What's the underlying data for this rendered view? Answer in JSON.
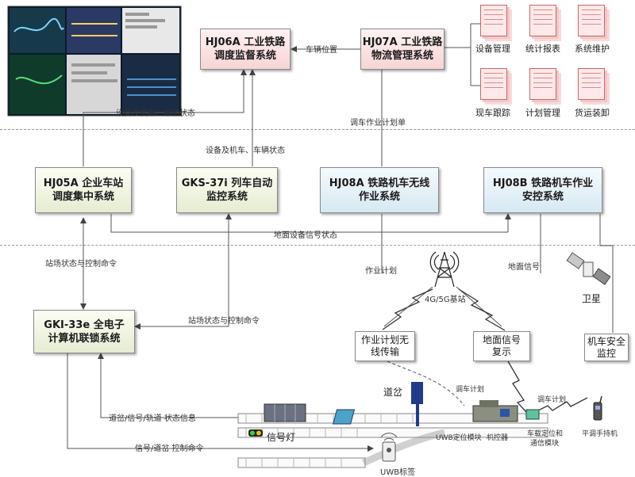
{
  "systems": {
    "hj06a": [
      "HJ06A 工业铁路",
      "调度监督系统"
    ],
    "hj07a": [
      "HJ07A 工业铁路",
      "物流管理系统"
    ],
    "hj05a": [
      "HJ05A 企业车站",
      "调度集中系统"
    ],
    "gks37i": [
      "GKS-37i 列车自动",
      "监控系统"
    ],
    "hj08a": [
      "HJ08A 铁路机车无线",
      "作业系统"
    ],
    "hj08b": [
      "HJ08B 铁路机车作业",
      "安控系统"
    ],
    "gki33e": [
      "GKI-33e 全电子",
      "计算机联锁系统"
    ],
    "plan_wireless": [
      "作业计划无",
      "线传输"
    ],
    "ground_repeat": [
      "地面信号",
      "复示"
    ],
    "loco_safety": [
      "机车安全",
      "监控"
    ]
  },
  "documents": [
    "设备管理",
    "统计报表",
    "系统维护",
    "现车跟踪",
    "计划管理",
    "货运装卸"
  ],
  "labels": {
    "vehicle_position": "车辆位置",
    "equip_status_1": "设备及机车、车辆状态",
    "equip_status_2": "设备及机车、车辆状态",
    "shunting_plan_sheet": "调车作业计划单",
    "ground_equip_signal": "地面设备信号状态",
    "station_cmd_1": "站场状态与控制命令",
    "station_cmd_2": "站场状态与控制命令",
    "work_plan": "作业计划",
    "ground_signal": "地面信号",
    "base_station": "4G/5G基站",
    "satellite": "卫星",
    "switch": "道岔",
    "signal_light": "信号灯",
    "switch_status": "道岔/信号/轨道 状态信息",
    "signal_cmd": "信号/道岔 控制命令",
    "shunting_plan_1": "调车计划",
    "shunting_plan_2": "调车计划",
    "uwb_module": "UWB定位模块",
    "locomotive": "机控器",
    "onboard_1": "车载定位和",
    "onboard_2": "通信模块",
    "handheld": "平调手持机",
    "uwb_tag": "UWB标签"
  },
  "colors": {
    "pink_box": "#f7d4d4",
    "green_box": "#e6ecd2",
    "blue_box": "#d6e9f2",
    "wire": "#555555",
    "divider": "#9a9a9a"
  }
}
